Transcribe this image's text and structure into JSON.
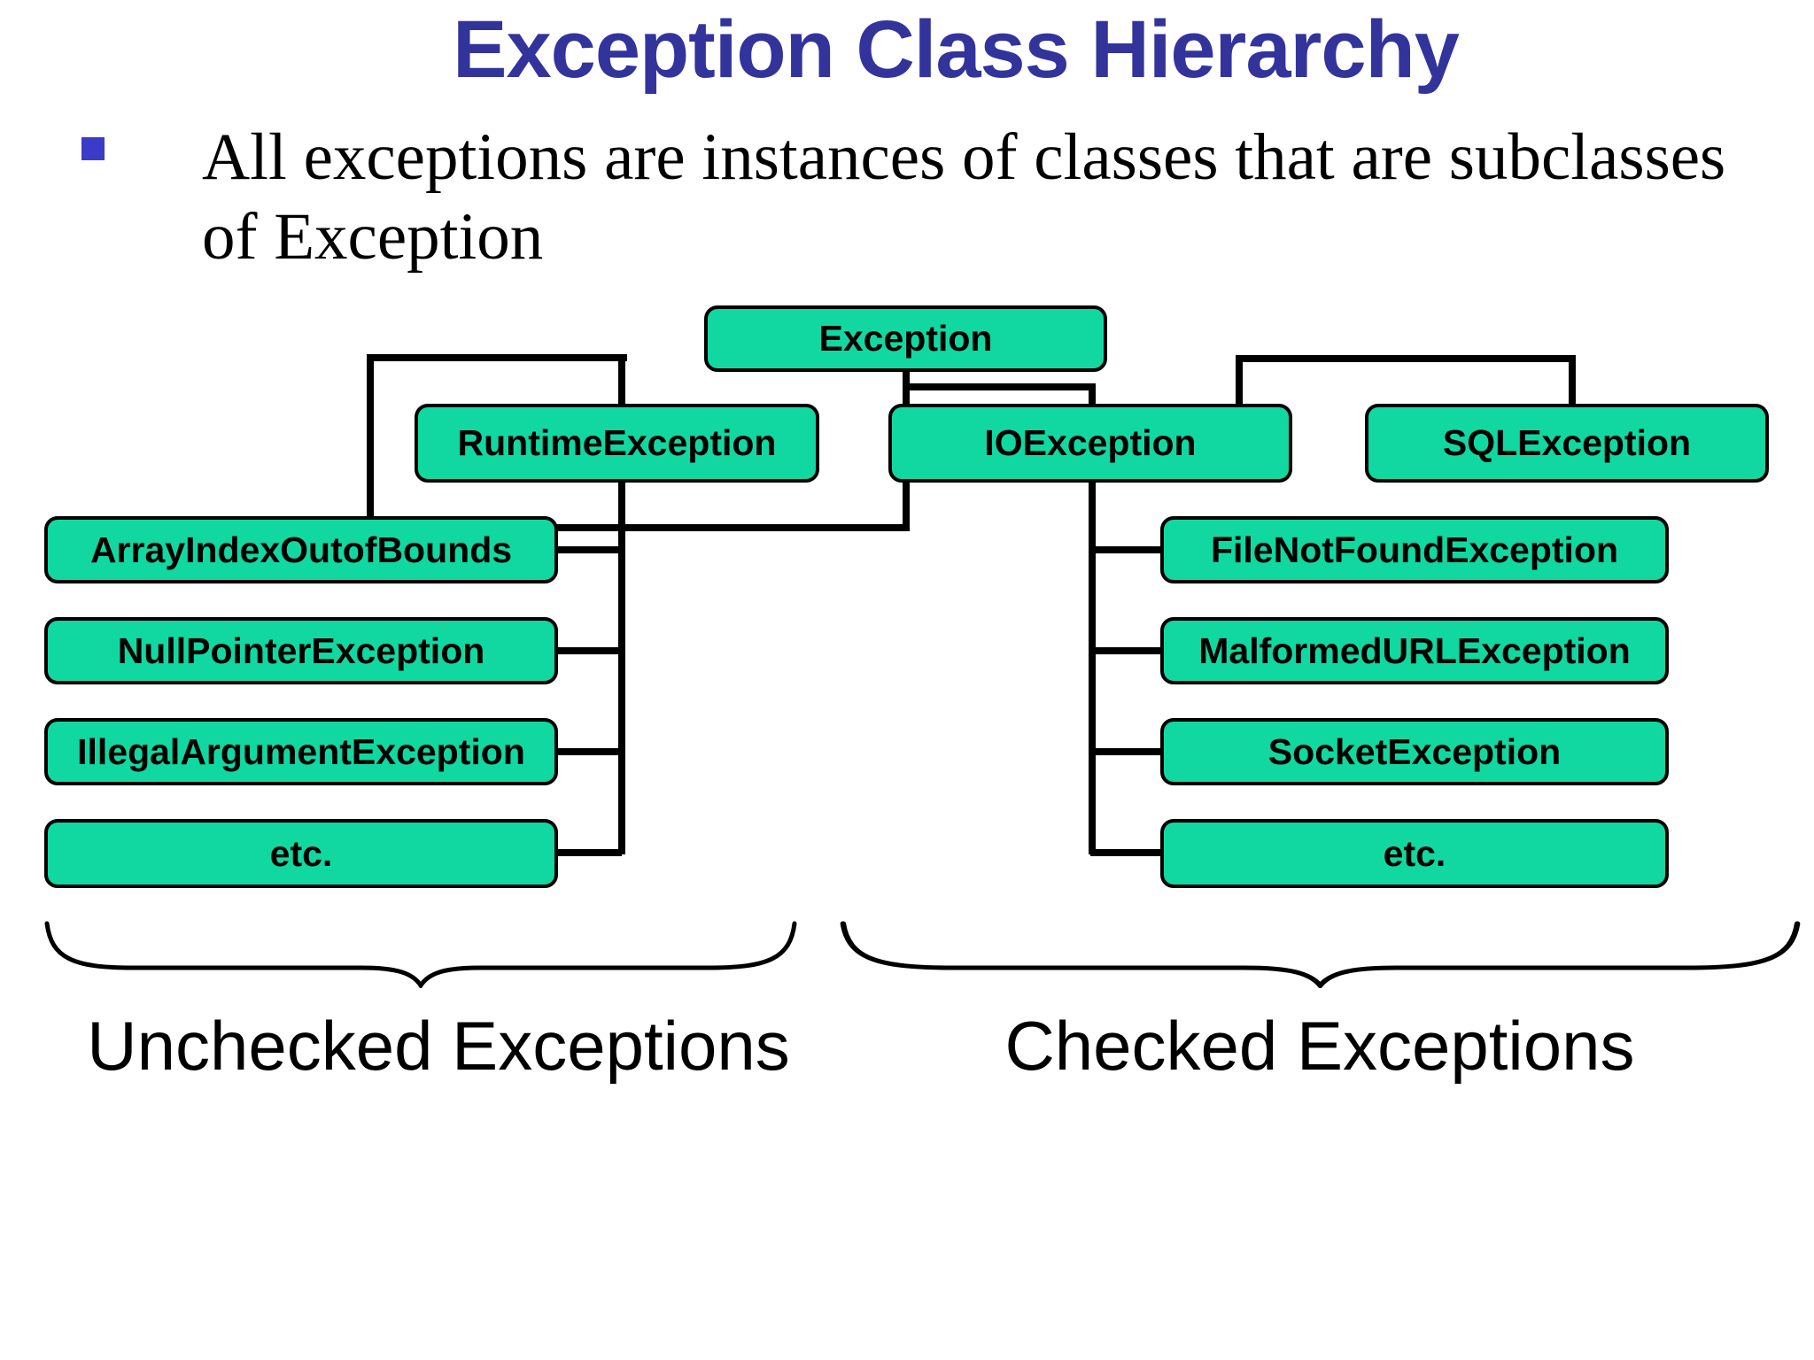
{
  "slide": {
    "title": "Exception Class Hierarchy",
    "bullet_lines": [
      "All exceptions are instances of classes that are subclasses",
      "of Exception"
    ]
  },
  "diagram": {
    "root": {
      "label": "Exception"
    },
    "level2": [
      {
        "label": "RuntimeException"
      },
      {
        "label": "IOException"
      },
      {
        "label": "SQLException"
      }
    ],
    "unchecked_children": [
      {
        "label": "ArrayIndexOutofBounds"
      },
      {
        "label": "NullPointerException"
      },
      {
        "label": "IllegalArgumentException"
      },
      {
        "label": "etc."
      }
    ],
    "checked_children": [
      {
        "label": "FileNotFoundException"
      },
      {
        "label": "MalformedURLException"
      },
      {
        "label": "SocketException"
      },
      {
        "label": "etc."
      }
    ],
    "group_labels": {
      "unchecked": "Unchecked Exceptions",
      "checked": "Checked Exceptions"
    }
  },
  "colors": {
    "background": "#ffffff",
    "node_fill": "#11d8a1",
    "node_border": "#000000",
    "connector": "#000000",
    "title": "#32349b",
    "bullet_marker": "#3a3cc9",
    "body_text": "#000000"
  }
}
